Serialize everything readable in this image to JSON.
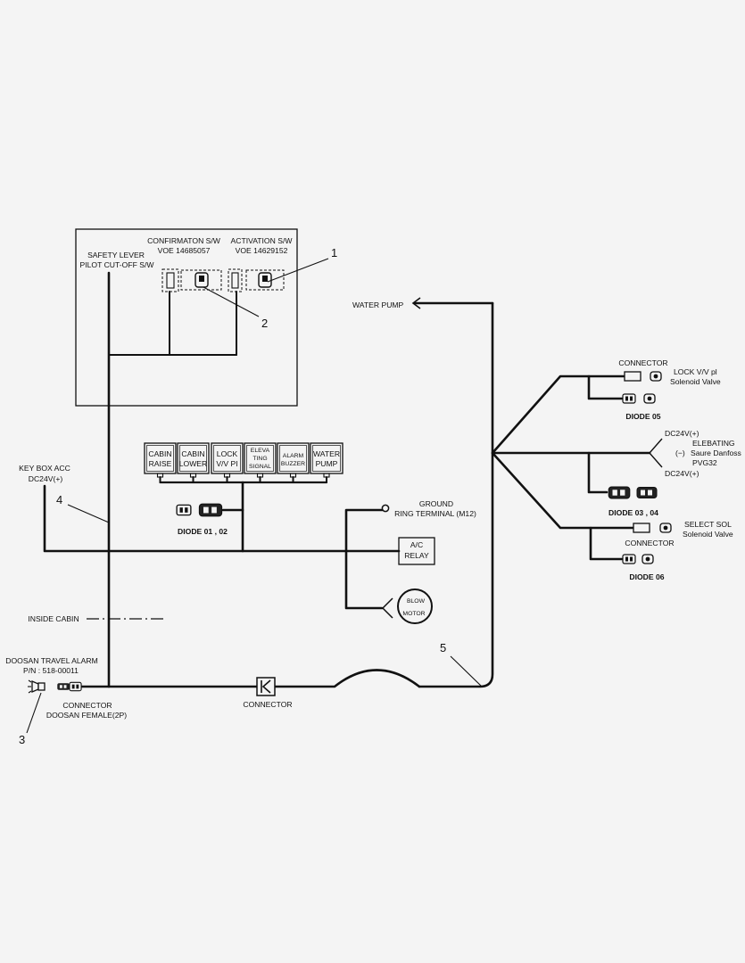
{
  "callouts": {
    "c1": "1",
    "c2": "2",
    "c3": "3",
    "c4": "4",
    "c5": "5"
  },
  "cabin_box": {
    "safety_lever": {
      "line1": "SAFETY LEVER",
      "line2": "PILOT CUT-OFF S/W"
    },
    "confirmation": {
      "name": "CONFIRMATON S/W",
      "part": "VOE 14685057"
    },
    "activation": {
      "name": "ACTIVATION S/W",
      "part": "VOE 14629152"
    }
  },
  "water_pump": "WATER PUMP",
  "lock_valve": {
    "connector": "CONNECTOR",
    "name": "LOCK V/V pl",
    "type": "Solenoid Valve",
    "diode": "DIODE 05"
  },
  "elevating": {
    "supply_top": "DC24V(+)",
    "name": "ELEBATING",
    "negative": "(−)",
    "maker": "Saure Danfoss",
    "model": "PVG32",
    "supply_bottom": "DC24V(+)",
    "diode": "DIODE 03 , 04"
  },
  "select_sol": {
    "name": "SELECT SOL",
    "type": "Solenoid Valve",
    "connector": "CONNECTOR",
    "diode": "DIODE 06"
  },
  "key_box": {
    "name": "KEY BOX ACC",
    "supply": "DC24V(+)"
  },
  "relays": [
    {
      "lines": [
        "CABIN",
        "RAISE"
      ]
    },
    {
      "lines": [
        "CABIN",
        "LOWER"
      ]
    },
    {
      "lines": [
        "LOCK",
        "V/V PI"
      ]
    },
    {
      "lines": [
        "ELEVA",
        "TING",
        "SIGNAL"
      ]
    },
    {
      "lines": [
        "ALARM",
        "BUZZER"
      ]
    },
    {
      "lines": [
        "WATER",
        "PUMP"
      ]
    }
  ],
  "diode_01_02": "DIODE 01 , 02",
  "ground": {
    "name": "GROUND",
    "terminal": "RING TERMINAL (M12)"
  },
  "ac_relay": {
    "line1": "A/C",
    "line2": "RELAY"
  },
  "blow_motor": {
    "line1": "BLOW",
    "line2": "MOTOR"
  },
  "inside_cabin": "INSIDE CABIN",
  "travel_alarm": {
    "name": "DOOSAN TRAVEL ALARM",
    "part": "P/N : 518-00011",
    "connector": "CONNECTOR",
    "connector_type": "DOOSAN FEMALE(2P)"
  },
  "harness_connector": "CONNECTOR"
}
